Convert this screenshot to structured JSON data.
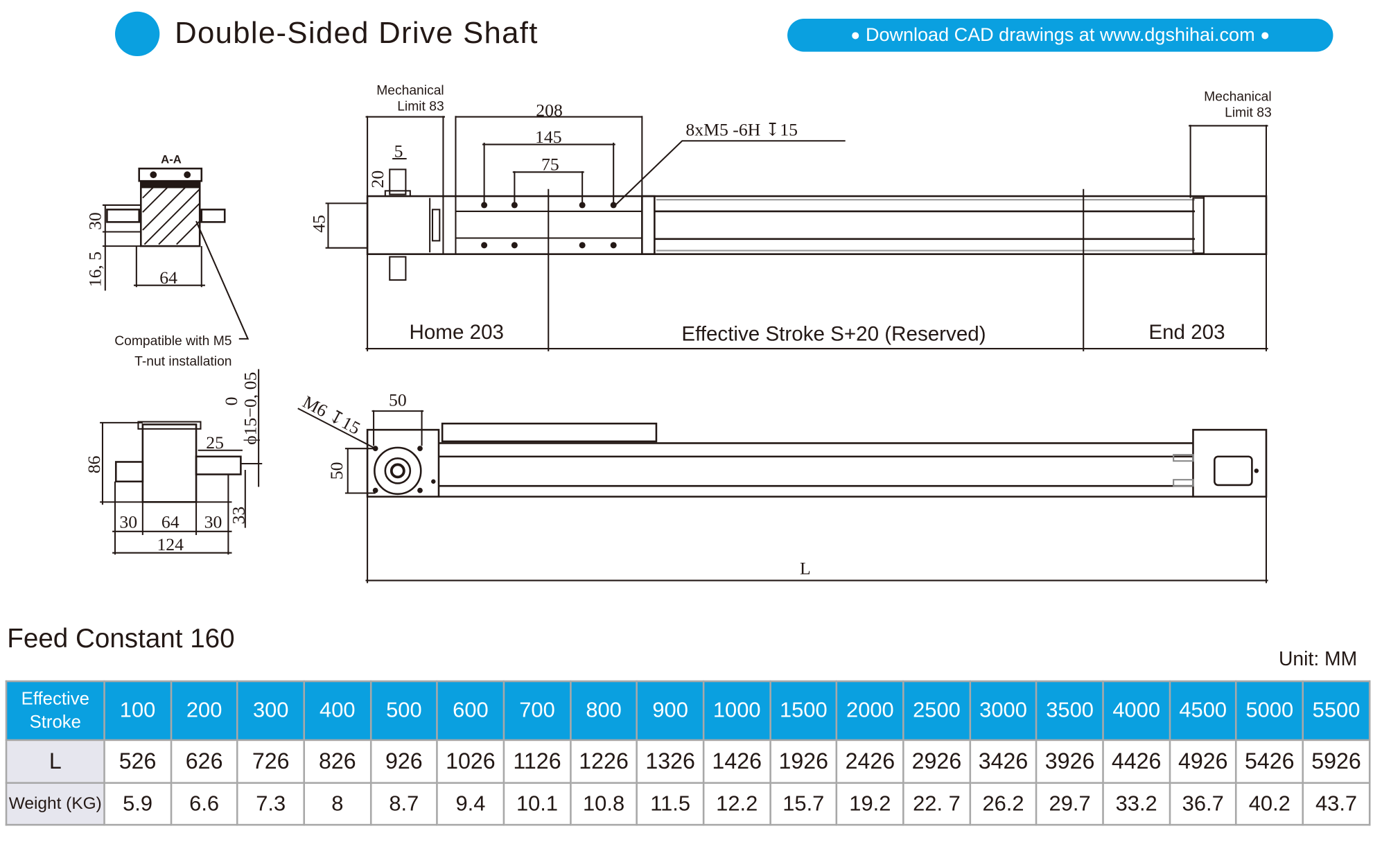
{
  "header": {
    "title": "Double-Sided Drive Shaft",
    "banner": "Download CAD drawings at www.dgshihai.com",
    "accent_color": "#0aa0e0"
  },
  "drawing": {
    "section_label": "A-A",
    "section_dim_30": "30",
    "section_dim_16_5": "16, 5",
    "section_dim_64": "64",
    "tnut_note_1": "Compatible with M5",
    "tnut_note_2": "T-nut installation",
    "mech_limit_left_1": "Mechanical",
    "mech_limit_left_2": "Limit 83",
    "mech_limit_right_1": "Mechanical",
    "mech_limit_right_2": "Limit 83",
    "dim_208": "208",
    "dim_145": "145",
    "dim_75": "75",
    "dim_5": "5",
    "dim_20": "20",
    "dim_45": "45",
    "thread_note": "8xM5  -6H  ↧15",
    "home": "Home 203",
    "effective_stroke": "Effective Stroke S+20 (Reserved)",
    "end": "End 203",
    "side_dim_86": "86",
    "side_dim_25": "25",
    "shaft_tol_0": "0",
    "shaft_dia": "ϕ15−0, 05",
    "side_dim_30a": "30",
    "side_dim_64": "64",
    "side_dim_30b": "30",
    "side_dim_33": "33",
    "side_dim_124": "124",
    "m6_note": "M6 ↧15",
    "front_dim_50_h": "50",
    "front_dim_50_v": "50",
    "length_label": "L"
  },
  "table": {
    "title": "Feed Constant 160",
    "unit": "Unit: MM",
    "row_headers": [
      "Effective Stroke",
      "L",
      "Weight (KG)"
    ],
    "stroke": [
      "100",
      "200",
      "300",
      "400",
      "500",
      "600",
      "700",
      "800",
      "900",
      "1000",
      "1500",
      "2000",
      "2500",
      "3000",
      "3500",
      "4000",
      "4500",
      "5000",
      "5500"
    ],
    "L": [
      "526",
      "626",
      "726",
      "826",
      "926",
      "1026",
      "1126",
      "1226",
      "1326",
      "1426",
      "1926",
      "2426",
      "2926",
      "3426",
      "3926",
      "4426",
      "4926",
      "5426",
      "5926"
    ],
    "weight": [
      "5.9",
      "6.6",
      "7.3",
      "8",
      "8.7",
      "9.4",
      "10.1",
      "10.8",
      "11.5",
      "12.2",
      "15.7",
      "19.2",
      "22. 7",
      "26.2",
      "29.7",
      "33.2",
      "36.7",
      "40.2",
      "43.7"
    ]
  }
}
